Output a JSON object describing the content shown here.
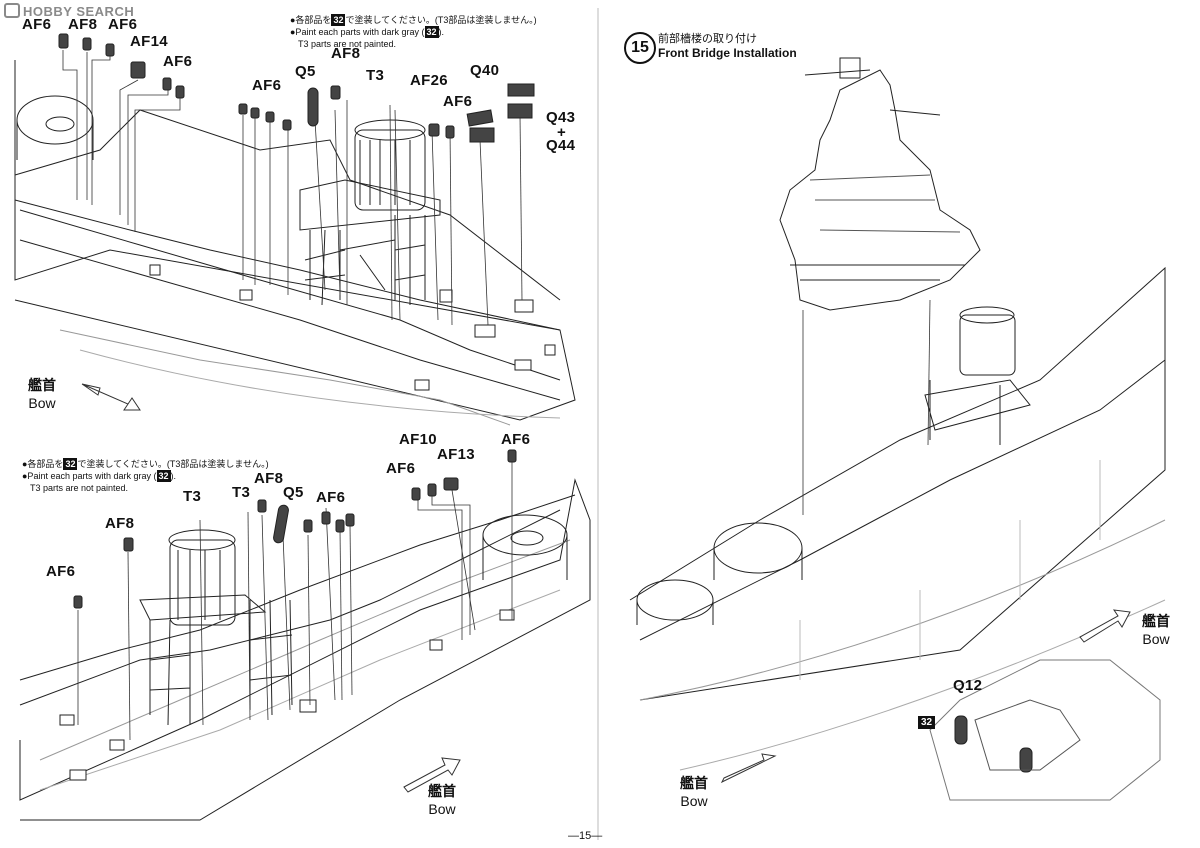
{
  "watermark": "HOBBY SEARCH",
  "page_number": "—15—",
  "top_left_panel": {
    "note_line1_a": "●各部品を",
    "note_line1_badge": "32",
    "note_line1_b": "で塗装してください。(T3部品は塗装しません。)",
    "note_line2_a": "●Paint each parts with dark gray (",
    "note_line2_badge": "32",
    "note_line2_b": ").",
    "note_line3": "T3 parts are not painted.",
    "labels": {
      "af6_a": "AF6",
      "af8_a": "AF8",
      "af6_b": "AF6",
      "af14": "AF14",
      "af6_c": "AF6",
      "af6_d": "AF6",
      "q5": "Q5",
      "af8_b": "AF8",
      "t3": "T3",
      "af26": "AF26",
      "af6_e": "AF6",
      "q40": "Q40",
      "q43": "Q43",
      "plus": "+",
      "q44": "Q44"
    },
    "direction_jp": "艦首",
    "direction_en": "Bow"
  },
  "bottom_left_panel": {
    "note_line1_a": "●各部品を",
    "note_line1_badge": "32",
    "note_line1_b": "で塗装してください。(T3部品は塗装しません。)",
    "note_line2_a": "●Paint each parts with dark gray (",
    "note_line2_badge": "32",
    "note_line2_b": ").",
    "note_line3": "T3 parts are not painted.",
    "labels": {
      "af8": "AF8",
      "af6_a": "AF6",
      "t3_a": "T3",
      "t3_b": "T3",
      "af8_b": "AF8",
      "q5": "Q5",
      "af6_b": "AF6",
      "af10": "AF10",
      "af6_c": "AF6",
      "af13": "AF13",
      "af6_d": "AF6"
    },
    "direction_jp": "艦首",
    "direction_en": "Bow"
  },
  "right_panel": {
    "step_number": "15",
    "title_jp": "前部檣楼の取り付け",
    "title_en": "Front Bridge Installation",
    "direction_jp": "艦首",
    "direction_en": "Bow",
    "detail_label": "Q12",
    "detail_badge": "32",
    "direction2_jp": "艦首",
    "direction2_en": "Bow"
  }
}
